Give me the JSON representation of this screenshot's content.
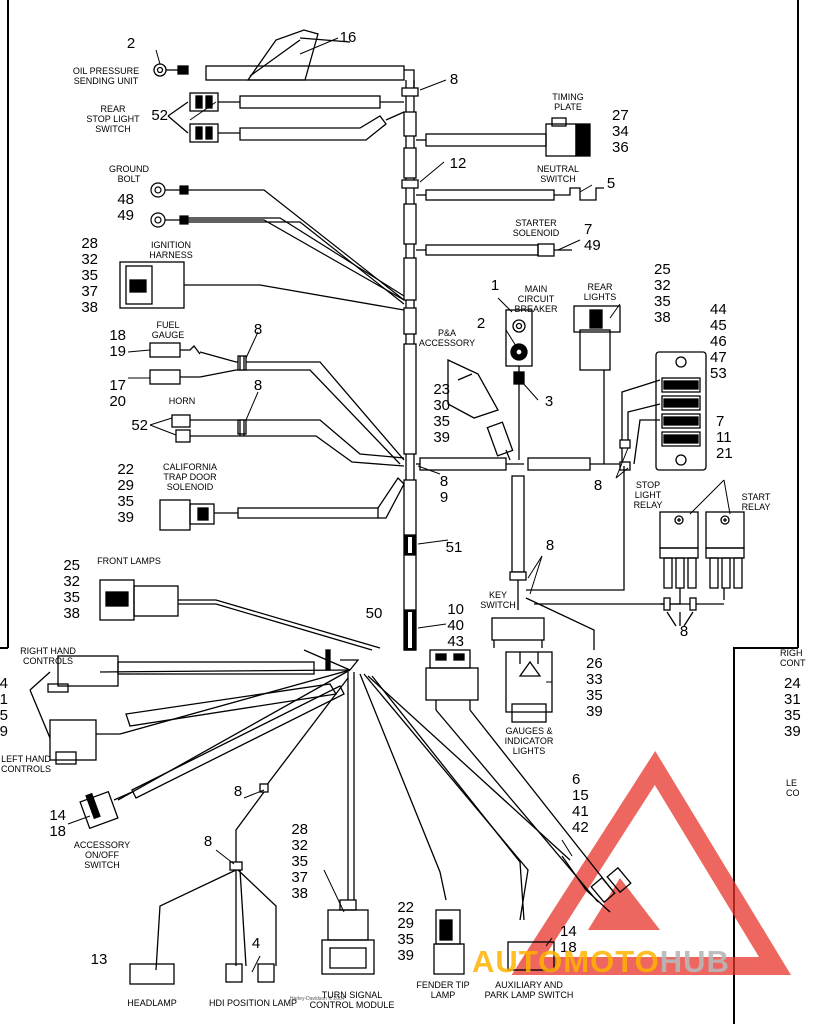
{
  "labels": {
    "oil_pressure": "OIL PRESSURE\nSENDING UNIT",
    "rear_stop": "REAR\nSTOP LIGHT\nSWITCH",
    "ground_bolt": "GROUND\nBOLT",
    "ignition_harness": "IGNITION\nHARNESS",
    "fuel_gauge": "FUEL\nGAUGE",
    "horn": "HORN",
    "california": "CALIFORNIA\nTRAP DOOR\nSOLENOID",
    "front_lamps": "FRONT LAMPS",
    "right_hand": "RIGHT HAND\nCONTROLS",
    "left_hand": "LEFT HAND\nCONTROLS",
    "accessory_switch": "ACCESSORY\nON/OFF\nSWITCH",
    "headlamp": "HEADLAMP",
    "hdi": "HDI POSITION LAMP",
    "turn_signal": "TURN SIGNAL\nCONTROL MODULE",
    "fender_tip": "FENDER TIP\nLAMP",
    "aux_park": "AUXILIARY AND\nPARK LAMP SWITCH",
    "timing_plate": "TIMING\nPLATE",
    "neutral_switch": "NEUTRAL\nSWITCH",
    "starter_solenoid": "STARTER\nSOLENOID",
    "main_breaker": "MAIN\nCIRCUIT\nBREAKER",
    "pa_accessory": "P&A\nACCESSORY",
    "rear_lights": "REAR\nLIGHTS",
    "stop_light_relay": "STOP\nLIGHT\nRELAY",
    "start_relay": "START\nRELAY",
    "key_switch": "KEY\nSWITCH",
    "gauges": "GAUGES &\nINDICATOR\nLIGHTS",
    "right_hand_clip": "RIGH\nCONT",
    "left_hand_clip": "LE\nCO"
  },
  "callouts": {
    "oil": "2",
    "n16": "16",
    "n8_top": "8",
    "rear_stop": "52",
    "timing": "27\n34\n36",
    "n12": "12",
    "ground": "48\n49",
    "neutral": "5",
    "starter": "7\n49",
    "ignition": "28\n32\n35\n37\n38",
    "rear_lights": "25\n32\n35\n38",
    "breaker_top": "1",
    "breaker_2": "2",
    "breaker_3": "3",
    "fuse": "44\n45\n46\n47\n53",
    "fuel_a": "18\n19",
    "fuel_b": "17\n20",
    "fuel_clip": "8",
    "horn_clip": "8",
    "horn": "52",
    "pa": "23\n30\n35\n39",
    "relays": "7\n11\n21",
    "relay_clip": "8",
    "junction_89": "8\n9",
    "california": "22\n29\n35\n39",
    "n51": "51",
    "key_clip": "8",
    "front_lamps": "25\n32\n35\n38",
    "n50": "50",
    "key_switch": "10\n40\n43",
    "relay_bottom": "8",
    "gauges": "26\n33\n35\n39",
    "right_hand": "24\n31\n35\n39",
    "right_hand_side": "24\n31\n35\n39",
    "acc_clip": "8",
    "accessory": "14\n18",
    "hdi_clip": "8",
    "turn_signal": "28\n32\n35\n37\n38",
    "aux_wires": "6\n15\n41\n42",
    "headlamp": "13",
    "hdi": "4",
    "fender": "22\n29\n35\n39",
    "aux_switch": "14\n18"
  },
  "watermark": {
    "part1": "AUTOMOTO",
    "part2": "HUB",
    "color1": "#ffb300",
    "color2": "#c8c8c8",
    "triangle": "#e8342a"
  },
  "copyright": "Harley-Davidson © 2004"
}
